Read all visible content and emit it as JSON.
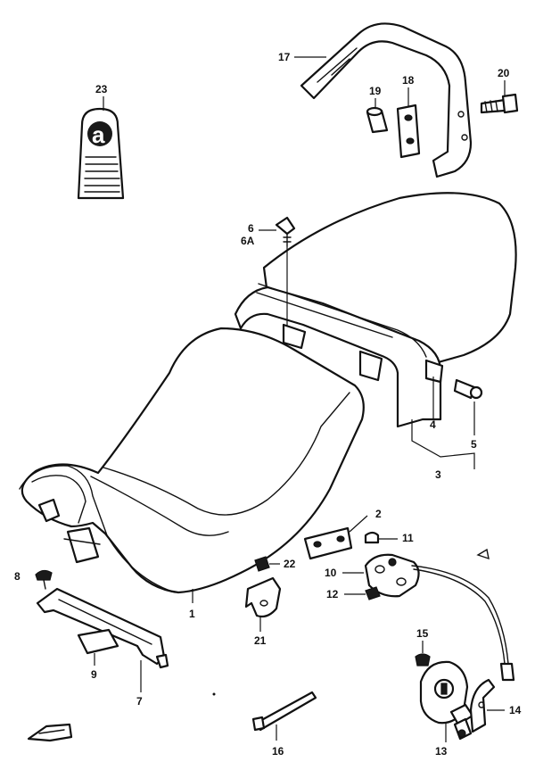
{
  "tag": {
    "letter": "a"
  },
  "callouts": {
    "p1": "1",
    "p2": "2",
    "p3": "3",
    "p4": "4",
    "p5": "5",
    "p6": "6",
    "p6a": "6A",
    "p7": "7",
    "p8": "8",
    "p9": "9",
    "p10": "10",
    "p11": "11",
    "p12": "12",
    "p13": "13",
    "p14": "14",
    "p15": "15",
    "p16": "16",
    "p17": "17",
    "p18": "18",
    "p19": "19",
    "p20": "20",
    "p21": "21",
    "p22": "22",
    "p23": "23"
  },
  "icons": {
    "front_arrow": "front-direction-arrow-icon"
  }
}
